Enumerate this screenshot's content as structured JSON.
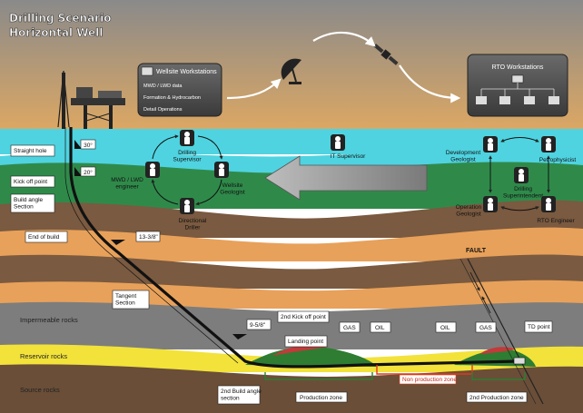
{
  "title_line1": "Drilling Scenario",
  "title_line2": "Horizontal Well",
  "wellsite": {
    "title": "Wellsite Workstations",
    "items": [
      "MWD / LWD data",
      "Formation & Hydrocarbon",
      "Detail Operations"
    ]
  },
  "rto_title": "RTO Workstations",
  "roles": {
    "drilling_supervisor": "Drilling\nSupervisor",
    "mwd_lwd_engineer": "MWD / LWD\nengineer",
    "wellsite_geologist": "Wellsite\nGeologist",
    "directional_driller": "Directional\nDriller",
    "it_supervisor": "IT Supervisor",
    "development_geologist": "Development\nGeologist",
    "petrophysicist": "Petrophysicist",
    "drilling_superintendent": "Drilling\nSuperintendent",
    "operation_geologist": "Operation\nGeologist",
    "rto_engineer": "RTO Engineer"
  },
  "well_labels": {
    "straight_hole": "Straight hole",
    "kick_off_point": "Kick off point",
    "build_angle_section": "Build angle\nSection",
    "end_of_build": "End of build",
    "tangent_section": "Tangent\nSection",
    "second_kick_off_point": "2nd Kick off point",
    "landing_point": "Landing point",
    "second_build_angle_section": "2nd Build angle\nsection",
    "td_point": "TD point"
  },
  "angles": {
    "a30": "30°",
    "a20": "20°"
  },
  "casings": {
    "c1338": "13-3/8\"",
    "c958": "9-5/8\""
  },
  "fluids": {
    "gas1": "GAS",
    "oil1": "OIL",
    "oil2": "OIL",
    "gas2": "GAS"
  },
  "zones": {
    "production_zone": "Production zone",
    "non_production_zone": "Non production zone",
    "second_production_zone": "2nd Production zone"
  },
  "fault": "FAULT",
  "rocks": {
    "impermeable": "Impermeable rocks",
    "reservoir": "Reservoir rocks",
    "source": "Source rocks"
  },
  "colors": {
    "sky_top": "#8d8d8d",
    "sky_bottom": "#d9a463",
    "sea": "#4fd3e0",
    "seabed": "#2f8a4a",
    "brown": "#7a5a40",
    "orange": "#e8a15a",
    "gray": "#7d7d7d",
    "yellow": "#f2e23a",
    "gas_cap": "#c23a3a",
    "oil_zone": "#2e7d32",
    "well_line": "#111111"
  }
}
